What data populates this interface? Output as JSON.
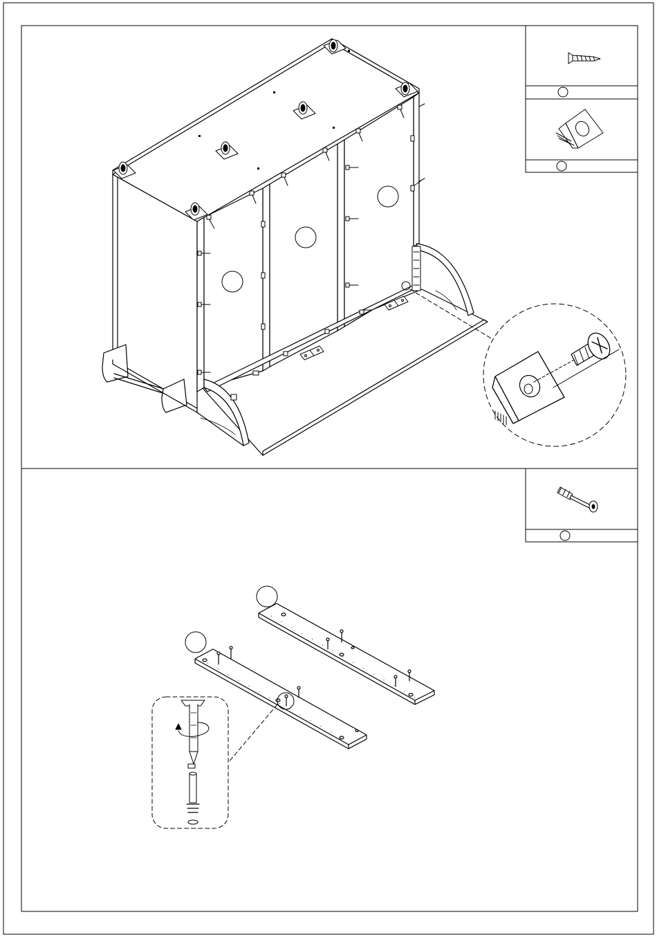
{
  "document": {
    "type": "assembly-instruction-sheet",
    "steps": [
      {
        "illustration": "cabinet-upside-down-with-casters-and-corner-brackets",
        "parts": [
          {
            "icon": "flat-head-screw-icon",
            "label": ""
          },
          {
            "icon": "corner-bracket-icon",
            "label": ""
          }
        ],
        "panel_callouts": [
          "",
          "",
          ""
        ],
        "detail_callout": "bracket-screw-detail"
      },
      {
        "illustration": "two-boards-with-cam-bolts",
        "parts": [
          {
            "icon": "cam-bolt-icon",
            "label": ""
          }
        ],
        "panel_callouts": [
          "",
          ""
        ],
        "detail_callout": "cam-bolt-insertion-detail"
      }
    ]
  },
  "colors": {
    "line": "#000000",
    "paper": "#ffffff",
    "panel-fill": "#ffffff"
  }
}
